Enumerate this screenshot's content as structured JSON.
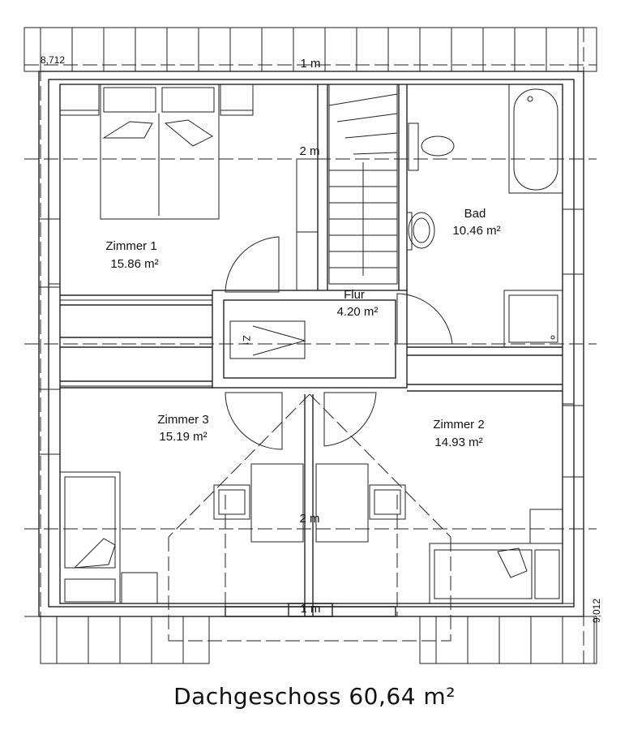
{
  "title": "Dachgeschoss 60,64 m²",
  "rooms": {
    "zimmer1": {
      "name": "Zimmer 1",
      "area": "15.86 m²"
    },
    "bad": {
      "name": "Bad",
      "area": "10.46 m²"
    },
    "flur": {
      "name": "Flur",
      "area": "4.20 m²"
    },
    "zimmer3": {
      "name": "Zimmer 3",
      "area": "15.19 m²"
    },
    "zimmer2": {
      "name": "Zimmer 2",
      "area": "14.93 m²"
    }
  },
  "dimensions": {
    "height_top": "1 m",
    "height_upper": "2 m",
    "height_lower": "2 m",
    "height_bottom": "1 m",
    "level_left": "8,712",
    "level_right": "9,012"
  },
  "stair_marker": "Z↑"
}
